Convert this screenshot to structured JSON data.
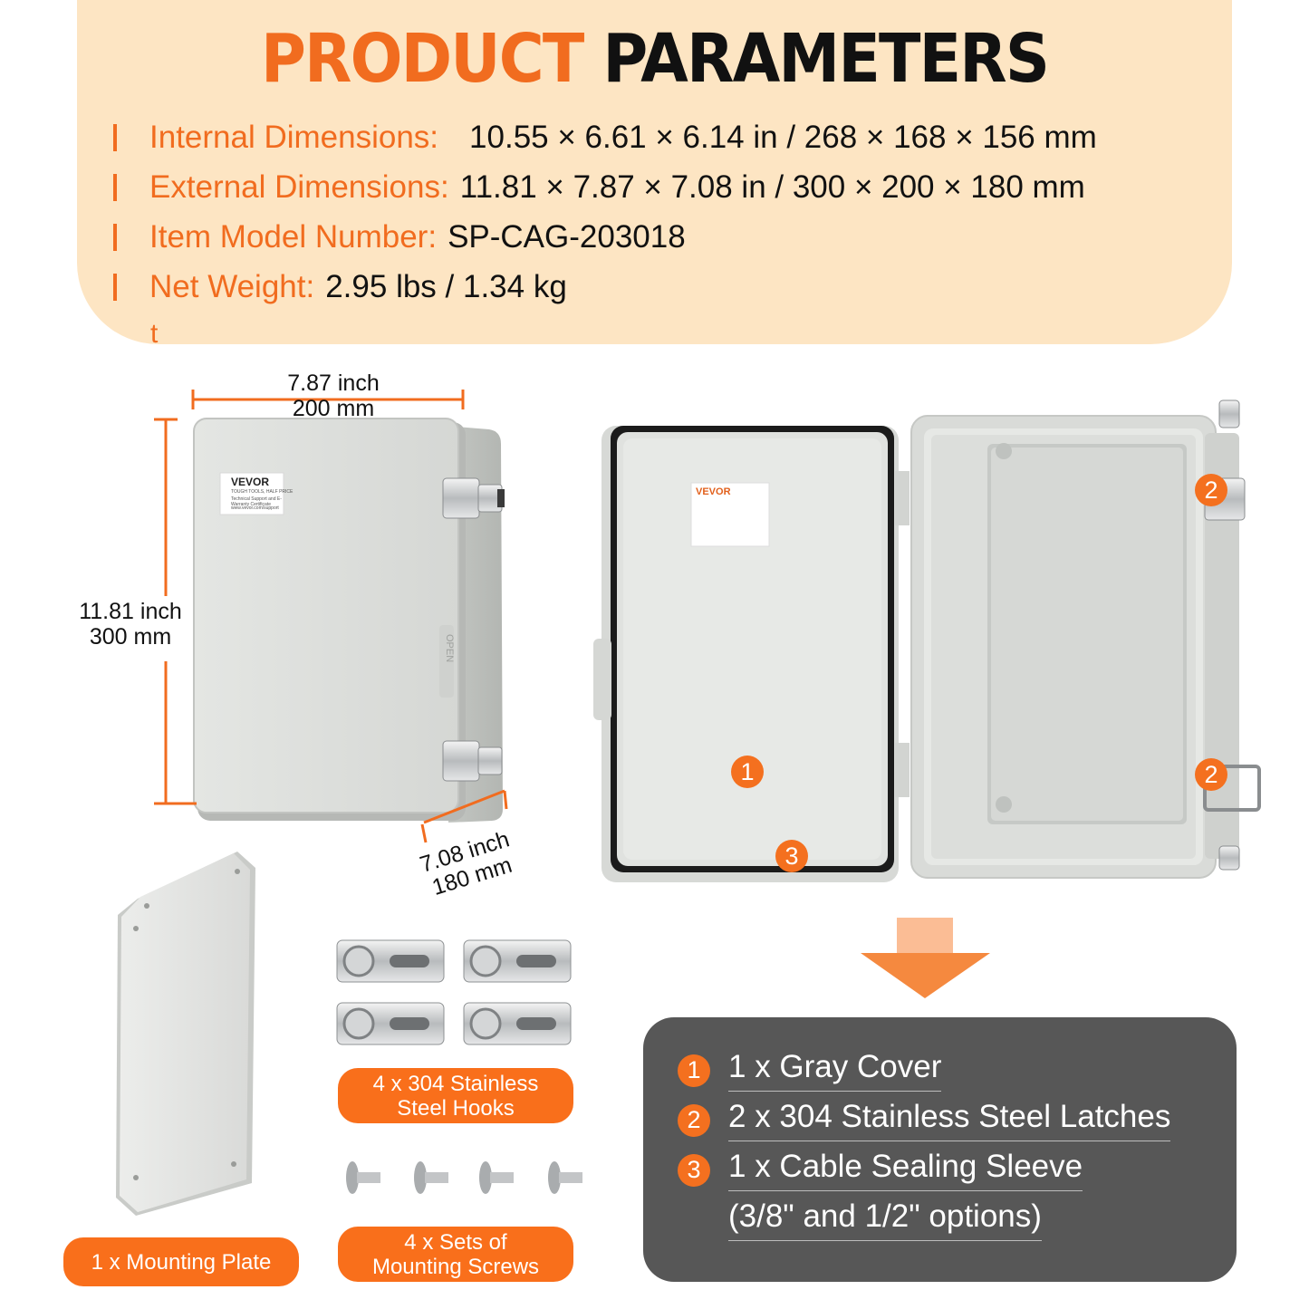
{
  "header": {
    "title_orange": "PRODUCT",
    "title_black": "PARAMETERS",
    "specs": [
      {
        "label": "Internal Dimensions:",
        "value": "10.55 × 6.61 × 6.14 in / 268 × 168 × 156 mm"
      },
      {
        "label": "External Dimensions:",
        "value": "11.81 × 7.87 × 7.08 in / 300 × 200 × 180 mm"
      },
      {
        "label": "Item Model Number:",
        "value": "SP-CAG-203018"
      },
      {
        "label": "Net Weight:",
        "value": "2.95 lbs / 1.34 kg"
      }
    ],
    "stray_char": "t"
  },
  "dimensions": {
    "width_inch": "7.87 inch",
    "width_mm": "200 mm",
    "height_inch": "11.81 inch",
    "height_mm": "300 mm",
    "depth_inch": "7.08 inch",
    "depth_mm": "180 mm"
  },
  "box_label": {
    "brand": "VEVOR",
    "tagline": "TOUGH TOOLS, HALF PRICE",
    "support_line": "Technical Support and E-Warranty Certificate",
    "url": "www.vevor.com/support",
    "open_mark": "OPEN"
  },
  "callouts": {
    "cover": "1",
    "latch_top": "2",
    "latch_bottom": "2",
    "sleeve": "3"
  },
  "accessories": {
    "plate_label": "1 x Mounting Plate",
    "hooks_label_line1": "4 x 304 Stainless",
    "hooks_label_line2": "Steel Hooks",
    "screws_label_line1": "4 x Sets of",
    "screws_label_line2": "Mounting Screws"
  },
  "contents": [
    {
      "num": "1",
      "text": "1 x Gray Cover"
    },
    {
      "num": "2",
      "text": "2 x 304 Stainless Steel Latches"
    },
    {
      "num": "3",
      "text": "1 x Cable Sealing Sleeve"
    },
    {
      "num": "",
      "text": "(3/8\" and 1/2\" options)"
    }
  ],
  "colors": {
    "accent": "#f16c1f",
    "header_bg": "#fde5c3",
    "list_bg": "#575757"
  }
}
